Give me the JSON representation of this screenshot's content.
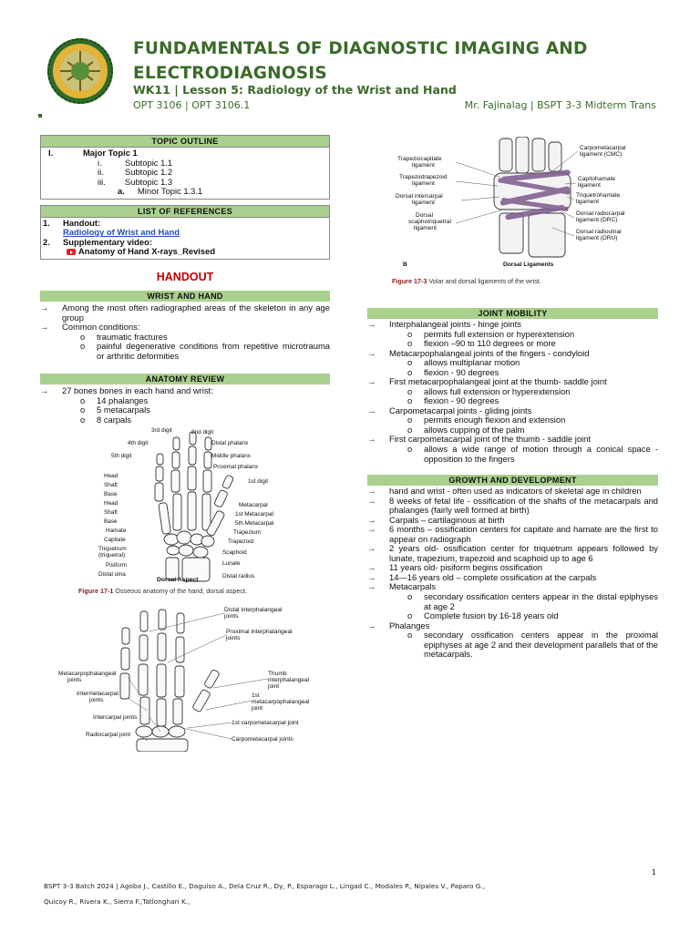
{
  "header": {
    "title_line1": "FUNDAMENTALS OF DIAGNOSTIC IMAGING AND",
    "title_line2": "ELECTRODIAGNOSIS",
    "subtitle": "WK11 | Lesson 5: Radiology of the Wrist and Hand",
    "course_code": "OPT 3106 | OPT 3106.1",
    "trans_info": "Mr. Fajinalag | BSPT 3-3 Midterm Trans"
  },
  "topic_outline": {
    "heading": "TOPIC OUTLINE",
    "items": [
      {
        "marker": "I.",
        "text": "Major Topic 1",
        "level": 0
      },
      {
        "marker": "i.",
        "text": "Subtopic 1.1",
        "level": 1
      },
      {
        "marker": "ii.",
        "text": "Subtopic 1.2",
        "level": 1
      },
      {
        "marker": "iii.",
        "text": "Subtopic 1.3",
        "level": 1
      },
      {
        "marker": "a.",
        "text": "Minor Topic 1.3.1",
        "level": 2
      }
    ]
  },
  "references": {
    "heading": "LIST OF REFERENCES",
    "item1_marker": "1.",
    "item1_label": "Handout:",
    "item1_link": "Radiology of Wrist and Hand",
    "item2_marker": "2.",
    "item2_label": "Supplementary video:",
    "item2_video": "Anatomy of Hand X-rays_Revised"
  },
  "handout_title": "HANDOUT",
  "wrist_and_hand": {
    "heading": "WRIST AND HAND",
    "b1": "Among the most often radiographed areas of the skeleton in any age  group",
    "b2": "Common conditions:",
    "s1": "traumatic fractures",
    "s2": "painful degenerative conditions from repetitive microtrauma or arthritic deformities"
  },
  "anatomy_review": {
    "heading": "ANATOMY REVIEW",
    "b1": "27  bones bones in each hand and wrist:",
    "s1": "14 phalanges",
    "s2": "5 metacarpals",
    "s3": "8 carpals"
  },
  "figure_17_1": {
    "labels": {
      "d3": "3rd digit",
      "d2": "2nd digit",
      "d4": "4th digit",
      "d5": "5th digit",
      "distal_phalanx": "Distal phalanx",
      "middle_phalanx": "Middle phalanx",
      "proximal_phalanx": "Proximal phalanx",
      "d1": "1st digit",
      "head": "Head",
      "shaft": "Shaft",
      "base": "Base",
      "head2": "Head",
      "shaft2": "Shaft",
      "base2": "Base",
      "hamate": "Hamate",
      "capitate": "Capitate",
      "triquetrum": "Triquetrum",
      "triquetral": "(triquetral)",
      "pisiform": "Pisiform",
      "distal_ulna": "Distal ulna",
      "metacarpal": "Metacarpal",
      "first_metacarpal": "1st Metacarpal",
      "fifth_metacarpal": "5th Metacarpal",
      "trapezium": "Trapezium",
      "trapezoid": "Trapezoid",
      "scaphoid": "Scaphoid",
      "lunate": "Lunate",
      "distal_radius": "Distal radius",
      "dorsal_aspect": "Dorsal Aspect"
    },
    "caption_label": "Figure 17-1",
    "caption_text": "Osseous anatomy of the hand, dorsal aspect."
  },
  "joints_figure": {
    "labels": {
      "dip": "Distal interphalangeal",
      "dip2": "joints",
      "pip": "Proximal interphalangeal",
      "pip2": "joints",
      "mcp": "Metacarpophalangeal",
      "mcp2": "joints",
      "thumb_ip": "Thumb",
      "thumb_ip2": "interphalangeal",
      "thumb_ip3": "joint",
      "intermeta": "Intermetacarpal",
      "intermeta2": "joints",
      "first_mcp": "1st",
      "first_mcp2": "metacarpophalangeal",
      "first_mcp3": "joint",
      "intercarpal": "Intercarpal joints",
      "radiocarpal": "Radiocarpal joint",
      "first_cmc": "1st carpometacarpal joint",
      "cmc": "Carpometacarpal joints"
    }
  },
  "figure_17_3": {
    "labels": {
      "trapeziocapitate": "Trapeziocapitate",
      "trapeziocapitate2": "ligament",
      "trapeziotrapezoid": "Trapeziotrapezoid",
      "trapeziotrapezoid2": "ligament",
      "dorsal_intercarpal": "Dorsal intercarpal",
      "dorsal_intercarpal2": "ligament",
      "dorsal_st": "Dorsal",
      "dorsal_st2": "scaphotriquetral",
      "dorsal_st3": "ligament",
      "cmc": "Carpometacarpal",
      "cmc2": "ligament (CMC)",
      "capitohamate": "Capitohamate",
      "capitohamate2": "ligament",
      "triquetrohamate": "Triquetrohamate",
      "triquetrohamate2": "ligament",
      "drc": "Dorsal radiocarpal",
      "drc2": "ligament (DRC)",
      "dru": "Dorsal radioulnar",
      "dru2": "ligament (DRU)",
      "b": "B",
      "dorsal_ligaments": "Dorsal Ligaments"
    },
    "caption_label": "Figure 17-3",
    "caption_text": "Volar and dorsal ligaments of the wrist."
  },
  "joint_mobility": {
    "heading": "JOINT MOBILITY",
    "b1": "Interphalangeal joints  - hinge joints",
    "b1s1": "permits  full extension or hyperextension",
    "b1s2": "flexion –90 to 110 degrees or more",
    "b2": "Metacarpophalangeal joints of the fingers - condyloid",
    "b2s1": "allows multiplanar motion",
    "b2s2": "flexion - 90 degrees",
    "b3": "First metacarpophalangeal joint at the thumb- saddle joint",
    "b3s1": "allows full extension or hyperextension",
    "b3s2": "flexion - 90 degrees",
    "b4": "Carpometacarpal joints - gliding joints",
    "b4s1": "permits enough flexion and extension",
    "b4s2": "allows cupping of the palm",
    "b5": "First carpometacarpal joint of the thumb - saddle joint",
    "b5s1": "allows a wide range of motion through a conical space -  opposition to the fingers"
  },
  "growth": {
    "heading": "GROWTH AND DEVELOPMENT",
    "b1": "hand and wrist - often used as indicators of skeletal age in children",
    "b2": "8 weeks of fetal life - ossification of the shafts of the metacarpals and phalanges (fairly well formed at birth)",
    "b3": "Carpals – cartilaginous at birth",
    "b4": "6 months – ossification centers for capitate and hamate are the first to appear on radiograph",
    "b5": "2 years old- ossification center for triquetrum appears followed by lunate, trapezium, trapezoid and scaphoid up to age 6",
    "b6": "11 years old- pisiform begins ossification",
    "b7": "14—16 years old – complete ossification at the carpals",
    "b8": "Metacarpals",
    "b8s1": "secondary ossification centers appear in the distal epiphyses at age 2",
    "b8s2": "Complete fusion by 16-18 years old",
    "b9": "Phalanges",
    "b9s1": "secondary ossification centers appear in the proximal epiphyses at age 2 and their development parallels that of the metacarpals."
  },
  "footer": {
    "line1": "BSPT 3-3 Batch 2024 | Agoba J., Castillo E., Daguiso A., Dela Cruz R., Dy, P., Esparago L., Lingad C., Modales P., Nipales V., Paparo G.,",
    "line2": "Quicoy R., Rivera K., Sierra F.,Tatlonghari K.,",
    "page_number": "1"
  },
  "markers": {
    "arrow": "→",
    "bullet": "o"
  }
}
